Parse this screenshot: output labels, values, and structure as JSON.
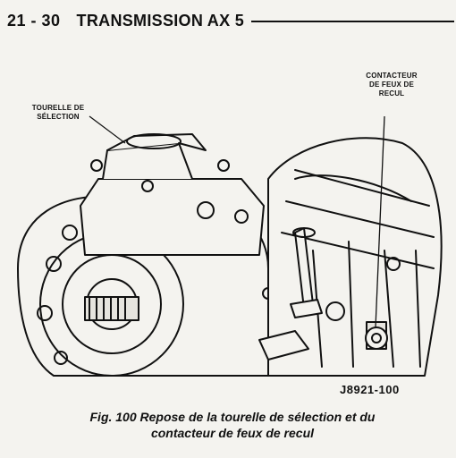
{
  "header": {
    "page_number": "21 - 30",
    "section_title": "TRANSMISSION AX 5"
  },
  "figure": {
    "callouts": {
      "left": [
        "TOURELLE DE",
        "SÉLECTION"
      ],
      "right": [
        "CONTACTEUR",
        "DE FEUX DE",
        "RECUL"
      ]
    },
    "reference": "J8921-100",
    "caption_line1": "Fig. 100 Repose de la tourelle de sélection et du",
    "caption_line2": "contacteur de feux de recul"
  }
}
